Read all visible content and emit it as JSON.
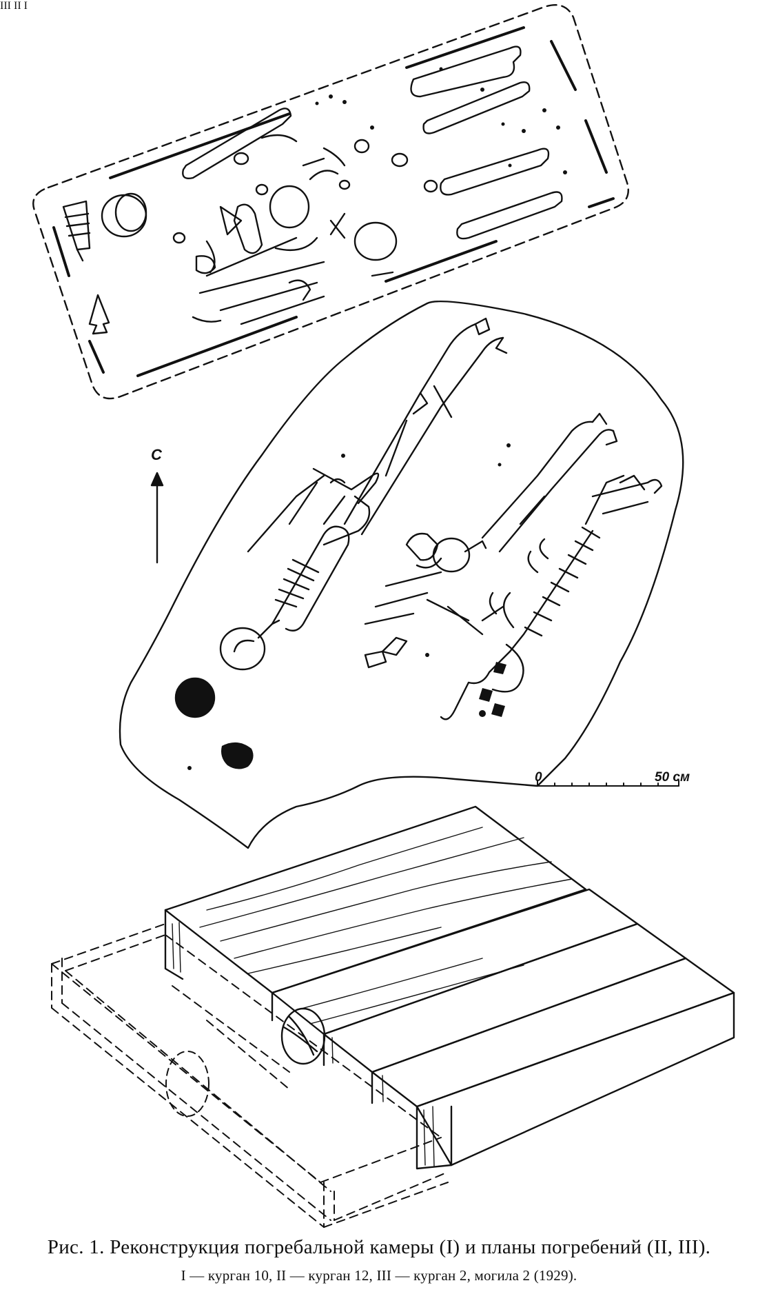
{
  "labels": {
    "plan_III": "III",
    "plan_II": "II",
    "reconstruction_I": "I",
    "north": "С",
    "scale_zero": "0",
    "scale_fifty": "50 см"
  },
  "caption": {
    "title": "Рис. 1. Реконструкция погребальной камеры (I) и планы погребений (II, III).",
    "subtitle": "I — курган 10, II — курган 12, III — курган 2, могила 2 (1929)."
  }
}
